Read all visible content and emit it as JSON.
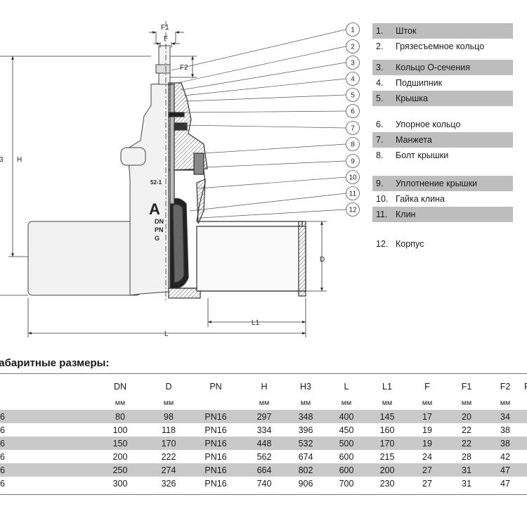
{
  "drawing": {
    "dimension_labels": {
      "f1": "F1",
      "f": "F",
      "f2": "F2",
      "h3": "3",
      "h": "H",
      "d": "D",
      "l1": "L1",
      "l": "L"
    },
    "body_markings": [
      "52-1",
      "A",
      "DN",
      "PN",
      "G"
    ],
    "callouts": [
      "1",
      "2",
      "3",
      "4",
      "5",
      "6",
      "7",
      "8",
      "9",
      "10",
      "11",
      "12"
    ]
  },
  "parts": [
    {
      "num": "1.",
      "name": "Шток",
      "shaded": true
    },
    {
      "num": "2.",
      "name": "Грязесъемное кольцо",
      "shaded": false
    },
    {
      "num": "3.",
      "name": "Кольцо О-сечения",
      "shaded": true
    },
    {
      "num": "4.",
      "name": "Подшипник",
      "shaded": false
    },
    {
      "num": "5.",
      "name": "Крышка",
      "shaded": true
    },
    {
      "num": "6.",
      "name": "Упорное кольцо",
      "shaded": false
    },
    {
      "num": "7.",
      "name": "Манжета",
      "shaded": true
    },
    {
      "num": "8.",
      "name": "Болт крышки",
      "shaded": false
    },
    {
      "num": "9.",
      "name": "Уплотнение крышки",
      "shaded": true
    },
    {
      "num": "10.",
      "name": "Гайка клина",
      "shaded": false
    },
    {
      "num": "11.",
      "name": "Клин",
      "shaded": true
    },
    {
      "num": "12.",
      "name": "Корпус",
      "shaded": false
    }
  ],
  "table": {
    "title": "габаритные размеры:",
    "headers": [
      "",
      "DN",
      "D",
      "PN",
      "H",
      "H3",
      "L",
      "L1",
      "F",
      "F1",
      "F2",
      "P"
    ],
    "units": [
      "",
      "мм",
      "мм",
      "",
      "мм",
      "мм",
      "мм",
      "мм",
      "мм",
      "мм",
      "мм",
      ""
    ],
    "rows": [
      [
        "6",
        "80",
        "98",
        "PN16",
        "297",
        "348",
        "400",
        "145",
        "17",
        "20",
        "34",
        ""
      ],
      [
        "6",
        "100",
        "118",
        "PN16",
        "334",
        "396",
        "450",
        "160",
        "19",
        "22",
        "38",
        ""
      ],
      [
        "6",
        "150",
        "170",
        "PN16",
        "448",
        "532",
        "500",
        "170",
        "19",
        "22",
        "38",
        ""
      ],
      [
        "6",
        "200",
        "222",
        "PN16",
        "562",
        "674",
        "600",
        "215",
        "24",
        "28",
        "42",
        ""
      ],
      [
        "6",
        "250",
        "274",
        "PN16",
        "664",
        "802",
        "600",
        "200",
        "27",
        "31",
        "47",
        ""
      ],
      [
        "6",
        "300",
        "326",
        "PN16",
        "740",
        "906",
        "700",
        "230",
        "27",
        "31",
        "47",
        ""
      ]
    ]
  }
}
